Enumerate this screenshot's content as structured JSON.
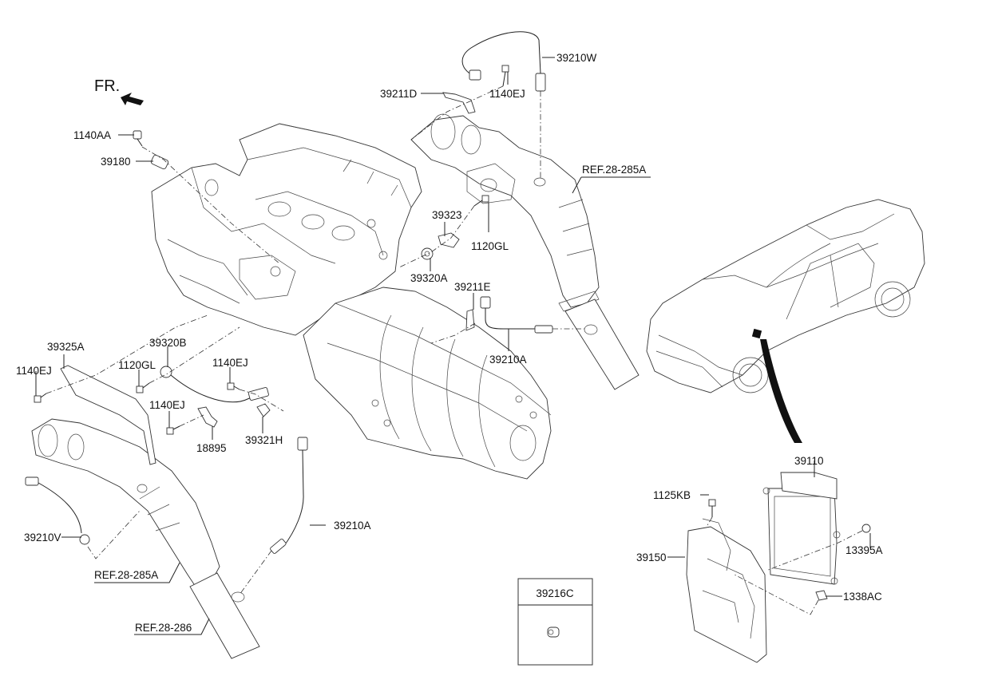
{
  "orientation": {
    "label": "FR.",
    "icon": "front-direction-arrow-icon"
  },
  "parts": [
    {
      "id": "1140AA",
      "description": "bolt"
    },
    {
      "id": "39180",
      "description": "camshaft position sensor"
    },
    {
      "id": "39211D",
      "description": "bracket"
    },
    {
      "id": "1140EJ",
      "description": "bolt (upper)"
    },
    {
      "id": "39210W",
      "description": "oxygen sensor (upper)"
    },
    {
      "id": "39323",
      "description": "bracket"
    },
    {
      "id": "1120GL",
      "description": "bolt (upper)"
    },
    {
      "id": "39320A",
      "description": "knock sensor"
    },
    {
      "id": "39211E",
      "description": "bracket"
    },
    {
      "id": "39210A",
      "description": "oxygen sensor (right)"
    },
    {
      "id": "39325A",
      "description": "protector"
    },
    {
      "id": "1140EJ",
      "description": "bolt (left)"
    },
    {
      "id": "39320B",
      "description": "knock sensor"
    },
    {
      "id": "1120GL",
      "description": "bolt (middle)"
    },
    {
      "id": "1140EJ",
      "description": "bolt (middle)"
    },
    {
      "id": "1140EJ",
      "description": "bolt (lower)"
    },
    {
      "id": "18895",
      "description": "bracket"
    },
    {
      "id": "39321H",
      "description": "bracket"
    },
    {
      "id": "39210A",
      "description": "oxygen sensor (lower)"
    },
    {
      "id": "39210V",
      "description": "oxygen sensor (left)"
    },
    {
      "id": "39110",
      "description": "engine control module"
    },
    {
      "id": "1125KB",
      "description": "bolt"
    },
    {
      "id": "39150",
      "description": "ECM bracket"
    },
    {
      "id": "13395A",
      "description": "nut"
    },
    {
      "id": "1338AC",
      "description": "nut"
    }
  ],
  "labels": {
    "l_1140AA": "1140AA",
    "l_39180": "39180",
    "l_39211D": "39211D",
    "l_1140EJ_top": "1140EJ",
    "l_39210W": "39210W",
    "l_ref_top": "REF.28-285A",
    "l_39323": "39323",
    "l_1120GL_top": "1120GL",
    "l_39320A": "39320A",
    "l_39211E": "39211E",
    "l_39210A_right": "39210A",
    "l_39325A": "39325A",
    "l_1140EJ_left": "1140EJ",
    "l_39320B": "39320B",
    "l_1120GL_mid": "1120GL",
    "l_1140EJ_mid": "1140EJ",
    "l_1140EJ_low": "1140EJ",
    "l_18895": "18895",
    "l_39321H": "39321H",
    "l_39210A_low": "39210A",
    "l_39210V": "39210V",
    "l_ref_left": "REF.28-285A",
    "l_ref_286": "REF.28-286",
    "l_39110": "39110",
    "l_1125KB": "1125KB",
    "l_39150": "39150",
    "l_13395A": "13395A",
    "l_1338AC": "1338AC"
  },
  "inset_box": {
    "part_number": "39216C",
    "description": "nut"
  },
  "references": [
    "REF.28-285A",
    "REF.28-285A",
    "REF.28-286"
  ]
}
